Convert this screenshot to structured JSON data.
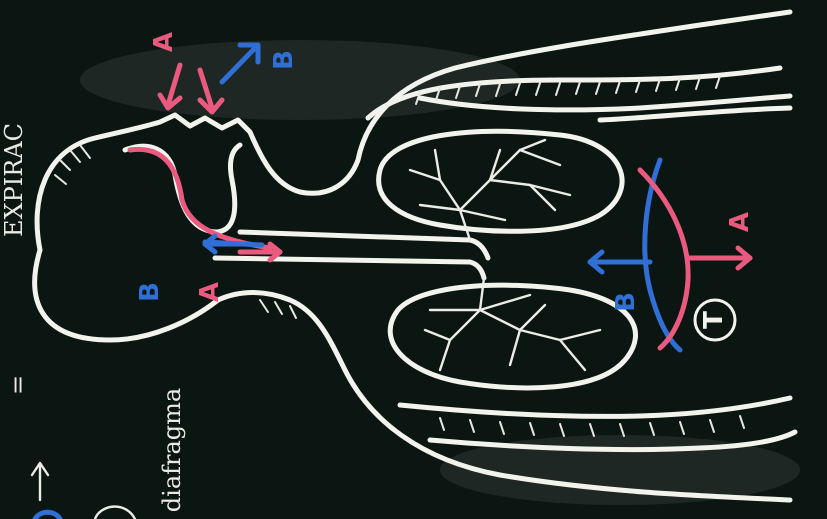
{
  "labels": {
    "a_top": "A",
    "b_top": "B",
    "b_mid": "B",
    "a_mid": "A",
    "b_right": "B",
    "a_right": "A",
    "circle_label": "T"
  },
  "side_text": {
    "left_top": "EXPIRAC",
    "left_bottom": "diafragma",
    "equals": "="
  },
  "colors": {
    "board": "#0b1512",
    "chalk": "#f3f3ee",
    "red": "#ea5a7e",
    "blue": "#2f6fd6"
  }
}
